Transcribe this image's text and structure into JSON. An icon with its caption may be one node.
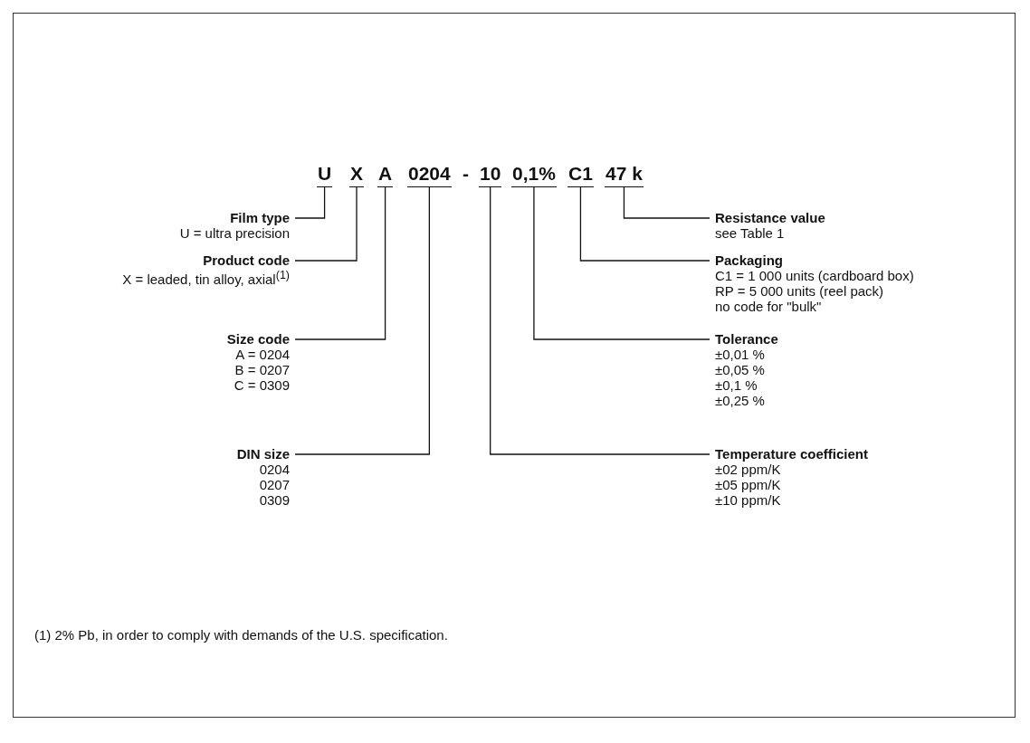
{
  "diagram": {
    "nodes": [
      {
        "text": [
          "U"
        ]
      },
      {
        "text": [
          "X"
        ]
      },
      {
        "text": [
          "A"
        ]
      },
      {
        "text": [
          "0204"
        ]
      },
      {
        "text": [
          "10"
        ]
      },
      {
        "text": [
          "0,1%"
        ]
      },
      {
        "text": [
          "C1"
        ]
      },
      {
        "text": [
          "47 k"
        ]
      },
      {
        "text": [
          "Film type",
          "U = ultra precision"
        ]
      },
      {
        "text": [
          "Product code",
          "X = leaded, tin alloy, axial$^{(1)}$"
        ]
      },
      {
        "text": [
          "Size code",
          "A = 0204",
          "B = 0207",
          "C = 0309"
        ]
      },
      {
        "text": [
          "DIN size",
          "0204",
          "0207",
          "0309"
        ]
      },
      {
        "text": [
          "Resistance value",
          "see Table 1"
        ]
      },
      {
        "text": [
          "Packaging",
          "C1 = 1 000 units (cardboard box)",
          "RP = 5 000 units (reel pack)",
          "no code for \"bulk\""
        ]
      },
      {
        "text": [
          "Tolerance",
          "±0,01 %",
          "±0,05 %",
          "±0,1 %",
          "±0,25 %"
        ]
      },
      {
        "text": [
          "Temperature coefficient",
          "±02 ppm/K",
          "±05 ppm/K",
          "±10 ppm/K"
        ]
      }
    ],
    "edges": [
      {
        "from": 8,
        "to": 0,
        "arrow": "none"
      },
      {
        "from": 9,
        "to": 1,
        "arrow": "none"
      },
      {
        "from": 10,
        "to": 2,
        "arrow": "none"
      },
      {
        "from": 11,
        "to": 3,
        "arrow": "none"
      },
      {
        "from": 12,
        "to": 7,
        "arrow": "none"
      },
      {
        "from": 13,
        "to": 6,
        "arrow": "none"
      },
      {
        "from": 14,
        "to": 5,
        "arrow": "none"
      },
      {
        "from": 15,
        "to": 4,
        "arrow": "none"
      }
    ],
    "labels": [
      "-",
      "(1) 2% Pb, in order to comply with demands of the U.S. specification."
    ]
  }
}
